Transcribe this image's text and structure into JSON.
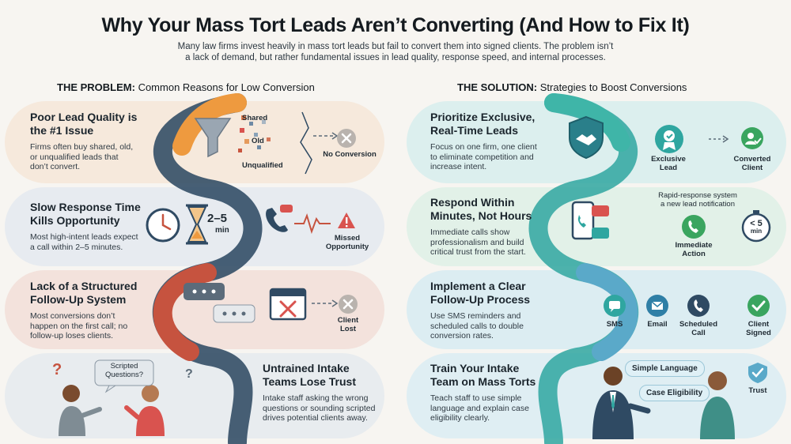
{
  "header": {
    "title": "Why Your Mass Tort Leads Aren’t Converting (And How to Fix It)",
    "subtitle_line1": "Many law firms invest heavily in mass tort leads but fail to convert them into signed clients. The problem isn’t",
    "subtitle_line2": "a lack of demand, but rather fundamental issues in lead quality, response speed, and internal processes."
  },
  "problem": {
    "heading_bold": "THE PROBLEM:",
    "heading_rest": " Common Reasons for Low Conversion",
    "cards": [
      {
        "title1": "Poor Lead Quality is",
        "title2": "the #1 Issue",
        "desc1": "Firms often buy shared, old,",
        "desc2": "or unqualified leads that",
        "desc3": "don’t convert.",
        "labels": [
          "Shared",
          "Old",
          "Unqualified",
          "No Conversion"
        ]
      },
      {
        "title1": "Slow Response Time",
        "title2": "Kills Opportunity",
        "desc1": "Most high-intent leads expect",
        "desc2": "a call within 2–5 minutes.",
        "labels": [
          "2–5",
          "min",
          "Missed",
          "Opportunity"
        ]
      },
      {
        "title1": "Lack of a Structured",
        "title2": "Follow-Up System",
        "desc1": "Most conversions don’t",
        "desc2": "happen on the first call; no",
        "desc3": "follow-up loses clients.",
        "labels": [
          "Client",
          "Lost"
        ]
      },
      {
        "title1": "Untrained Intake",
        "title2": "Teams Lose Trust",
        "desc1": "Intake staff asking the wrong",
        "desc2": "questions or sounding scripted",
        "desc3": "drives potential clients away.",
        "labels": [
          "Scripted",
          "Questions?"
        ]
      }
    ]
  },
  "solution": {
    "heading_bold": "THE SOLUTION:",
    "heading_rest": " Strategies to Boost Conversions",
    "cards": [
      {
        "title1": "Prioritize Exclusive,",
        "title2": "Real-Time Leads",
        "desc1": "Focus on one firm, one client",
        "desc2": "to eliminate competition and",
        "desc3": "increase intent.",
        "labels": [
          "Exclusive",
          "Lead",
          "Converted",
          "Client"
        ]
      },
      {
        "title1": "Respond Within",
        "title2": "Minutes, Not Hours",
        "desc1": "Immediate calls show",
        "desc2": "professionalism and build",
        "desc3": "critical trust from the start.",
        "labels": [
          "Rapid-response system",
          "a new lead notification",
          "Immediate",
          "Action",
          "< 5",
          "min"
        ]
      },
      {
        "title1": "Implement a Clear",
        "title2": "Follow-Up Process",
        "desc1": "Use SMS reminders and",
        "desc2": "scheduled calls to double",
        "desc3": "conversion rates.",
        "labels": [
          "SMS",
          "Email",
          "Scheduled",
          "Call",
          "Client",
          "Signed"
        ]
      },
      {
        "title1": "Train Your Intake",
        "title2": "Team on Mass Torts",
        "desc1": "Teach staff to use simple",
        "desc2": "language and explain case",
        "desc3": "eligibility clearly.",
        "labels": [
          "Simple Language",
          "Case Eligibility",
          "Trust"
        ]
      }
    ]
  },
  "colors": {
    "problem_band_1": "#f6e9dc",
    "problem_band_2": "#e7ebf0",
    "problem_band_3": "#f3e2dc",
    "problem_band_4": "#e8ecef",
    "solution_band_1": "#dcefee",
    "solution_band_2": "#e2f1e8",
    "solution_band_3": "#dcedf2",
    "solution_band_4": "#dfeef3",
    "accent_orange": "#ee9a3f",
    "accent_navy": "#2f4a63",
    "accent_red": "#c6533f",
    "accent_teal": "#2fa6a0",
    "accent_green": "#3aa55f"
  }
}
